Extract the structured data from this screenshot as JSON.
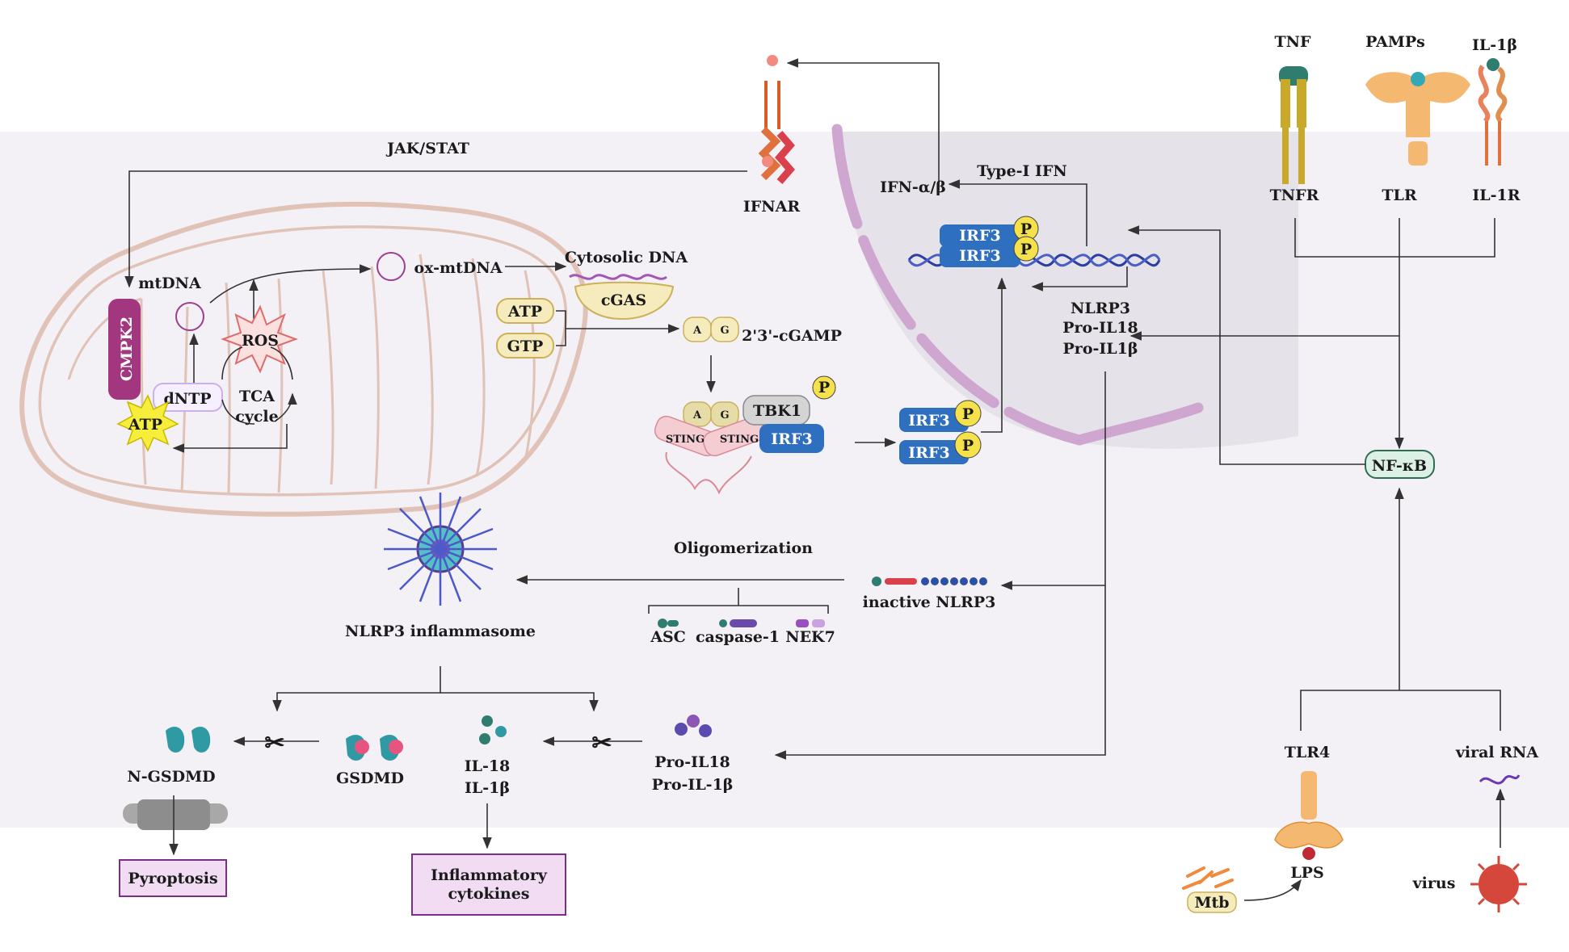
{
  "labels": {
    "jak_stat": "JAK/STAT",
    "ifnar": "IFNAR",
    "ifn_ab": "IFN-α/β",
    "type1_ifn": "Type-I IFN",
    "tnf": "TNF",
    "pamps": "PAMPs",
    "il1b_top": "IL-1β",
    "tnfr": "TNFR",
    "tlr": "TLR",
    "il1r": "IL-1R",
    "mtdna": "mtDNA",
    "ox_mtdna": "ox-mtDNA",
    "cytosolic_dna": "Cytosolic DNA",
    "cgas": "cGAS",
    "cmpk2": "CMPK2",
    "ros": "ROS",
    "dntp": "dNTP",
    "tca_1": "TCA",
    "tca_2": "cycle",
    "atp_mito": "ATP",
    "atp": "ATP",
    "gtp": "GTP",
    "cgamp": "2'3'-cGAMP",
    "cgamp_a": "A",
    "cgamp_g": "G",
    "sting": "STING",
    "tbk1": "TBK1",
    "irf3": "IRF3",
    "p": "P",
    "nlrp3_1": "NLRP3",
    "nlrp3_2": "Pro-IL18",
    "nlrp3_3": "Pro-IL1β",
    "nfkb": "NF-κB",
    "oligomerization": "Oligomerization",
    "inactive_nlrp3": "inactive NLRP3",
    "asc": "ASC",
    "caspase1": "caspase-1",
    "nek7": "NEK7",
    "nlrp3_inflammasome": "NLRP3 inflammasome",
    "n_gsdmd": "N-GSDMD",
    "gsdmd": "GSDMD",
    "il18": "IL-18",
    "il1b": "IL-1β",
    "pro_il18": "Pro-IL18",
    "pro_il1b": "Pro-IL-1β",
    "pyroptosis": "Pyroptosis",
    "inflam_1": "Inflammatory",
    "inflam_2": "cytokines",
    "tlr4": "TLR4",
    "viral_rna": "viral RNA",
    "lps": "LPS",
    "mtb": "Mtb",
    "virus": "virus"
  },
  "colors": {
    "cell_bg": "#f3f0f6",
    "nucleus_bg": "#e6e2e9",
    "nucleus_membrane": "#cfa6cf",
    "mito_outline": "#e1c2b6",
    "irf3": "#2e6fc0",
    "phospho": "#f5e14a",
    "cmpk2": "#a2377f",
    "nfkb": "#dcf0e6",
    "outcome_box": "#f1dcf3",
    "outcome_border": "#7a2f86"
  }
}
